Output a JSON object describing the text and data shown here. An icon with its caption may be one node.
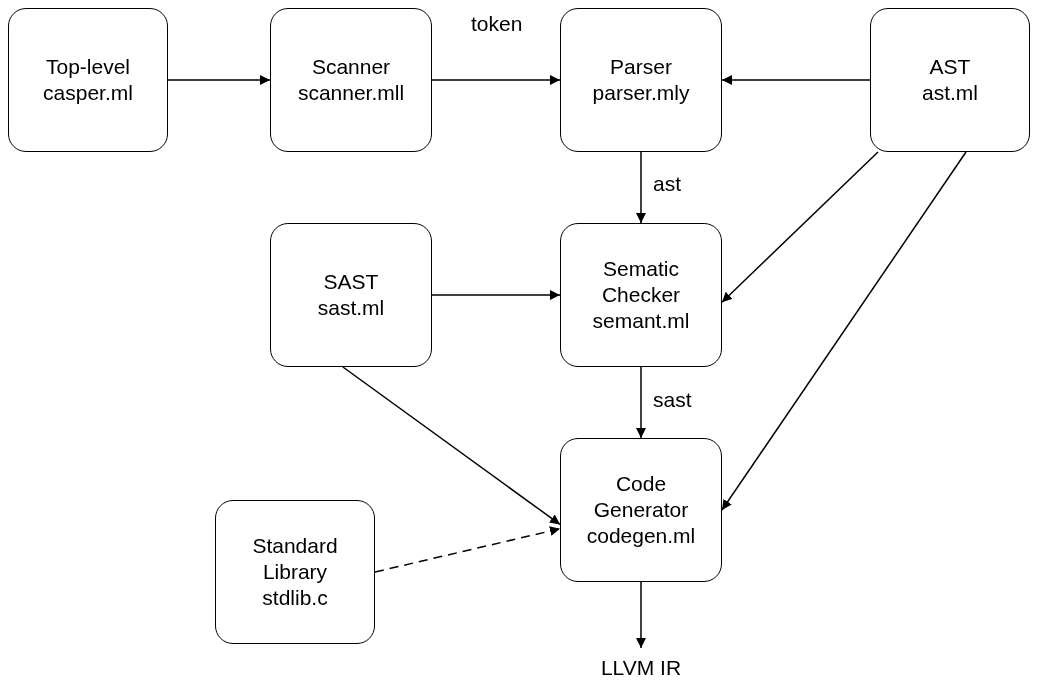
{
  "diagram": {
    "nodes": [
      {
        "text": [
          "Top-level",
          "casper.ml"
        ]
      },
      {
        "text": [
          "Scanner",
          "scanner.mll"
        ]
      },
      {
        "text": [
          "Parser",
          "parser.mly"
        ]
      },
      {
        "text": [
          "AST",
          "ast.ml"
        ]
      },
      {
        "text": [
          "SAST",
          "sast.ml"
        ]
      },
      {
        "text": [
          "Sematic Checker",
          "semant.ml"
        ]
      },
      {
        "text": [
          "Code Generator",
          "codegen.ml"
        ]
      },
      {
        "text": [
          "Standard Library",
          "stdlib.c"
        ]
      },
      {
        "text": [
          "LLVM IR"
        ]
      }
    ],
    "edges": [
      {
        "from": 0,
        "to": 1,
        "arrow": "to"
      },
      {
        "from": 1,
        "to": 2,
        "arrow": "to",
        "label": "token"
      },
      {
        "from": 3,
        "to": 2,
        "arrow": "to"
      },
      {
        "from": 2,
        "to": 5,
        "arrow": "to",
        "label": "ast"
      },
      {
        "from": 3,
        "to": 5,
        "arrow": "to"
      },
      {
        "from": 3,
        "to": 6,
        "arrow": "to"
      },
      {
        "from": 4,
        "to": 5,
        "arrow": "to"
      },
      {
        "from": 5,
        "to": 6,
        "arrow": "to",
        "label": "sast"
      },
      {
        "from": 4,
        "to": 6,
        "arrow": "to"
      },
      {
        "from": 7,
        "to": 6,
        "arrow": "to",
        "style": "dashed"
      },
      {
        "from": 6,
        "to": 8,
        "arrow": "to"
      }
    ]
  }
}
